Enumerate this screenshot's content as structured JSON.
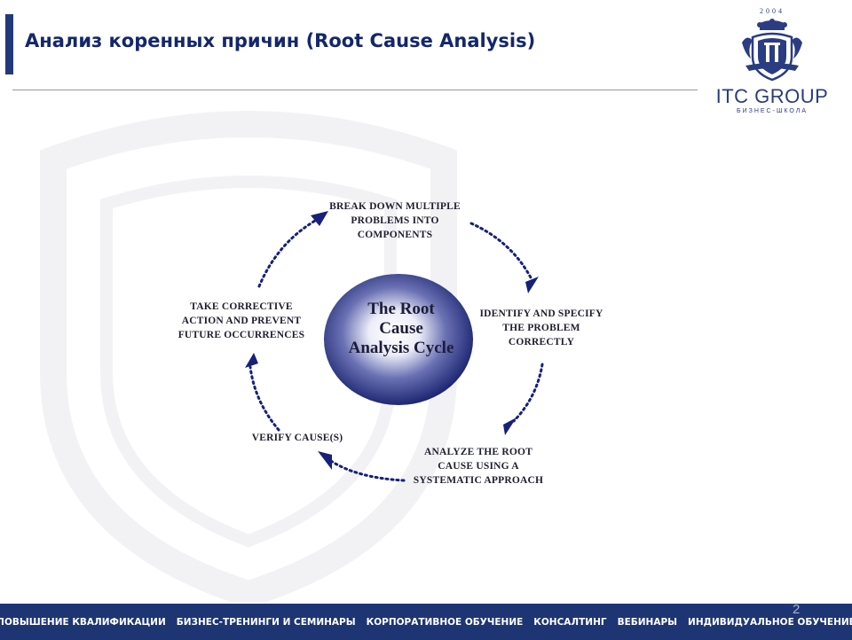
{
  "slide": {
    "title": "Анализ коренных причин (Root Cause Analysis)",
    "page_number": "2"
  },
  "logo": {
    "year": "2004",
    "name": "ITC GROUP",
    "subtitle": "БИЗНЕС-ШКОЛА"
  },
  "diagram": {
    "center": "The Root\nCause\nAnalysis Cycle",
    "steps": [
      "BREAK DOWN MULTIPLE\nPROBLEMS INTO\nCOMPONENTS",
      "IDENTIFY AND SPECIFY\nTHE PROBLEM\nCORRECTLY",
      "ANALYZE THE ROOT\nCAUSE USING A\nSYSTEMATIC APPROACH",
      "VERIFY CAUSE(S)",
      "TAKE CORRECTIVE\nACTION AND PREVENT\nFUTURE OCCURRENCES"
    ]
  },
  "footer": {
    "items": [
      "ПОВЫШЕНИЕ КВАЛИФИКАЦИИ",
      "БИЗНЕС-ТРЕНИНГИ И СЕМИНАРЫ",
      "КОРПОРАТИВНОЕ ОБУЧЕНИЕ",
      "КОНСАЛТИНГ",
      "ВЕБИНАРЫ",
      "ИНДИВИДУАЛЬНОЕ ОБУЧЕНИЕ"
    ]
  },
  "colors": {
    "accent": "#233a7a",
    "title": "#14276b",
    "footer_bg": "#1e3573",
    "sphere_edge": "#1b2470",
    "arrow": "#17207a"
  }
}
